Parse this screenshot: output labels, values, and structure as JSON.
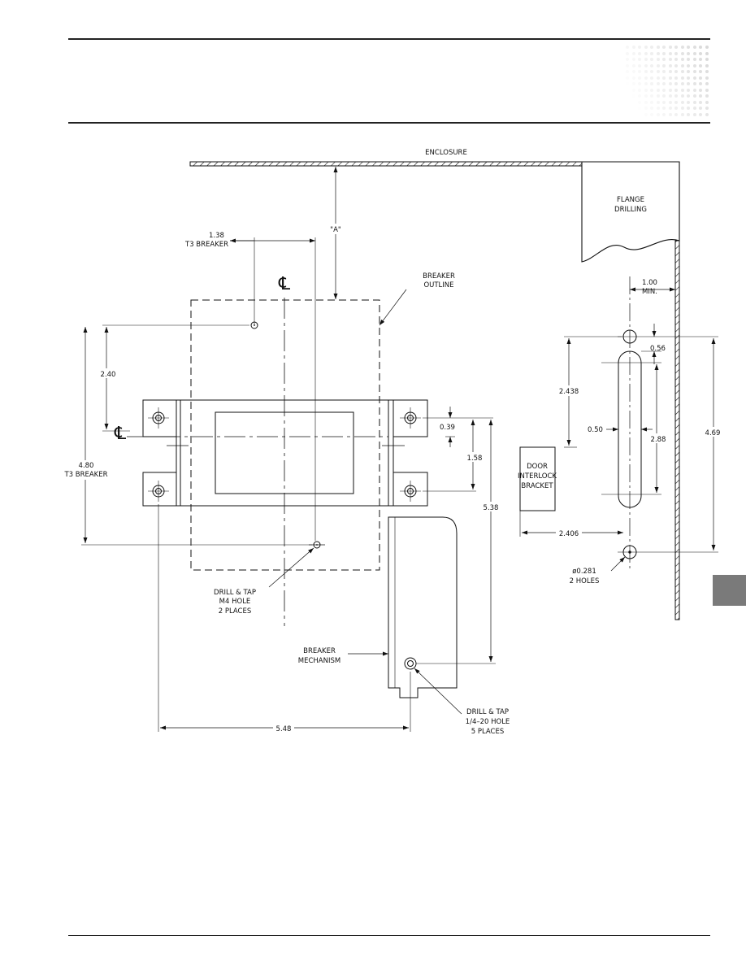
{
  "labels": {
    "enclosure": "ENCLOSURE",
    "flange_1": "FLANGE",
    "flange_2": "DRILLING",
    "a_dim": "\"A\"",
    "t3_1_38_a": "1.38",
    "t3_1_38_b": "T3  BREAKER",
    "breaker_outline_1": "BREAKER",
    "breaker_outline_2": "OUTLINE",
    "centerline_symbol": "℄",
    "dim_2_40": "2.40",
    "dim_4_80_a": "4.80",
    "dim_4_80_b": "T3  BREAKER",
    "dim_0_39": "0.39",
    "dim_1_58": "1.58",
    "dim_5_38": "5.38",
    "drill_m4_1": "DRILL  &  TAP",
    "drill_m4_2": "M4  HOLE",
    "drill_m4_3": "2  PLACES",
    "mechanism_1": "BREAKER",
    "mechanism_2": "MECHANISM",
    "drill_14_1": "DRILL  &  TAP",
    "drill_14_2": "1/4–20  HOLE",
    "drill_14_3": "5  PLACES",
    "dim_5_48": "5.48",
    "dim_1_00_a": "1.00",
    "dim_1_00_b": "MIN.",
    "dim_0_56": "0.56",
    "dim_2_438": "2.438",
    "dim_0_50": "0.50",
    "dim_2_88": "2.88",
    "dim_4_69": "4.69",
    "door_1": "DOOR",
    "door_2": "INTERLOCK",
    "door_3": "BRACKET",
    "dim_2_406": "2.406",
    "hole_1": "ø0.281",
    "hole_2": "2  HOLES"
  },
  "colors": {
    "ink": "#111111",
    "tab": "#7a7a7a",
    "dots": "#d9d9d9"
  }
}
